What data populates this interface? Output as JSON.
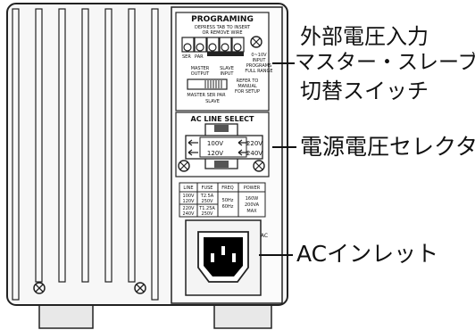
{
  "programming_panel": {
    "title": "PROGRAMING",
    "line1": "DEPRESS TAB TO INSERT",
    "line2": "OR REMOVE WIRE",
    "terminal_labels": [
      "SER",
      "PAR",
      "",
      "",
      ""
    ],
    "input_range": "0~10V",
    "input_label": "INPUT",
    "programs_label": "PROGRAMS",
    "full_range": "FULL RANGE",
    "master_output": "MASTER",
    "master_output2": "OUTPUT",
    "slave_input": "SLAVE",
    "slave_input2": "INPUT",
    "refer1": "REFER TO",
    "refer2": "MANUAL",
    "refer3": "FOR SETUP",
    "switch_positions": "MASTER SER PAR",
    "switch_sub": "SLAVE"
  },
  "ac_select": {
    "title": "AC LINE SELECT",
    "v100": "100V",
    "v120": "120V",
    "v220": "220V",
    "v240": "240V"
  },
  "spec_table": {
    "headers": [
      "LINE",
      "FUSE",
      "FREQ",
      "POWER"
    ],
    "line": [
      "100V",
      "120V",
      "220V",
      "240V"
    ],
    "fuse": [
      "T2.5A",
      "250V",
      "T1.25A",
      "250V"
    ],
    "freq": [
      "50Hz",
      "60Hz"
    ],
    "power": [
      "160W",
      "200VA",
      "MAX"
    ]
  },
  "inlet_label": "AC",
  "callouts": {
    "external_voltage_1": "外部電圧入力",
    "external_voltage_2": "マスター・スレーブ",
    "external_voltage_3": "切替スイッチ",
    "voltage_selector": "電源電圧セレクタ",
    "ac_inlet": "ACインレット"
  }
}
